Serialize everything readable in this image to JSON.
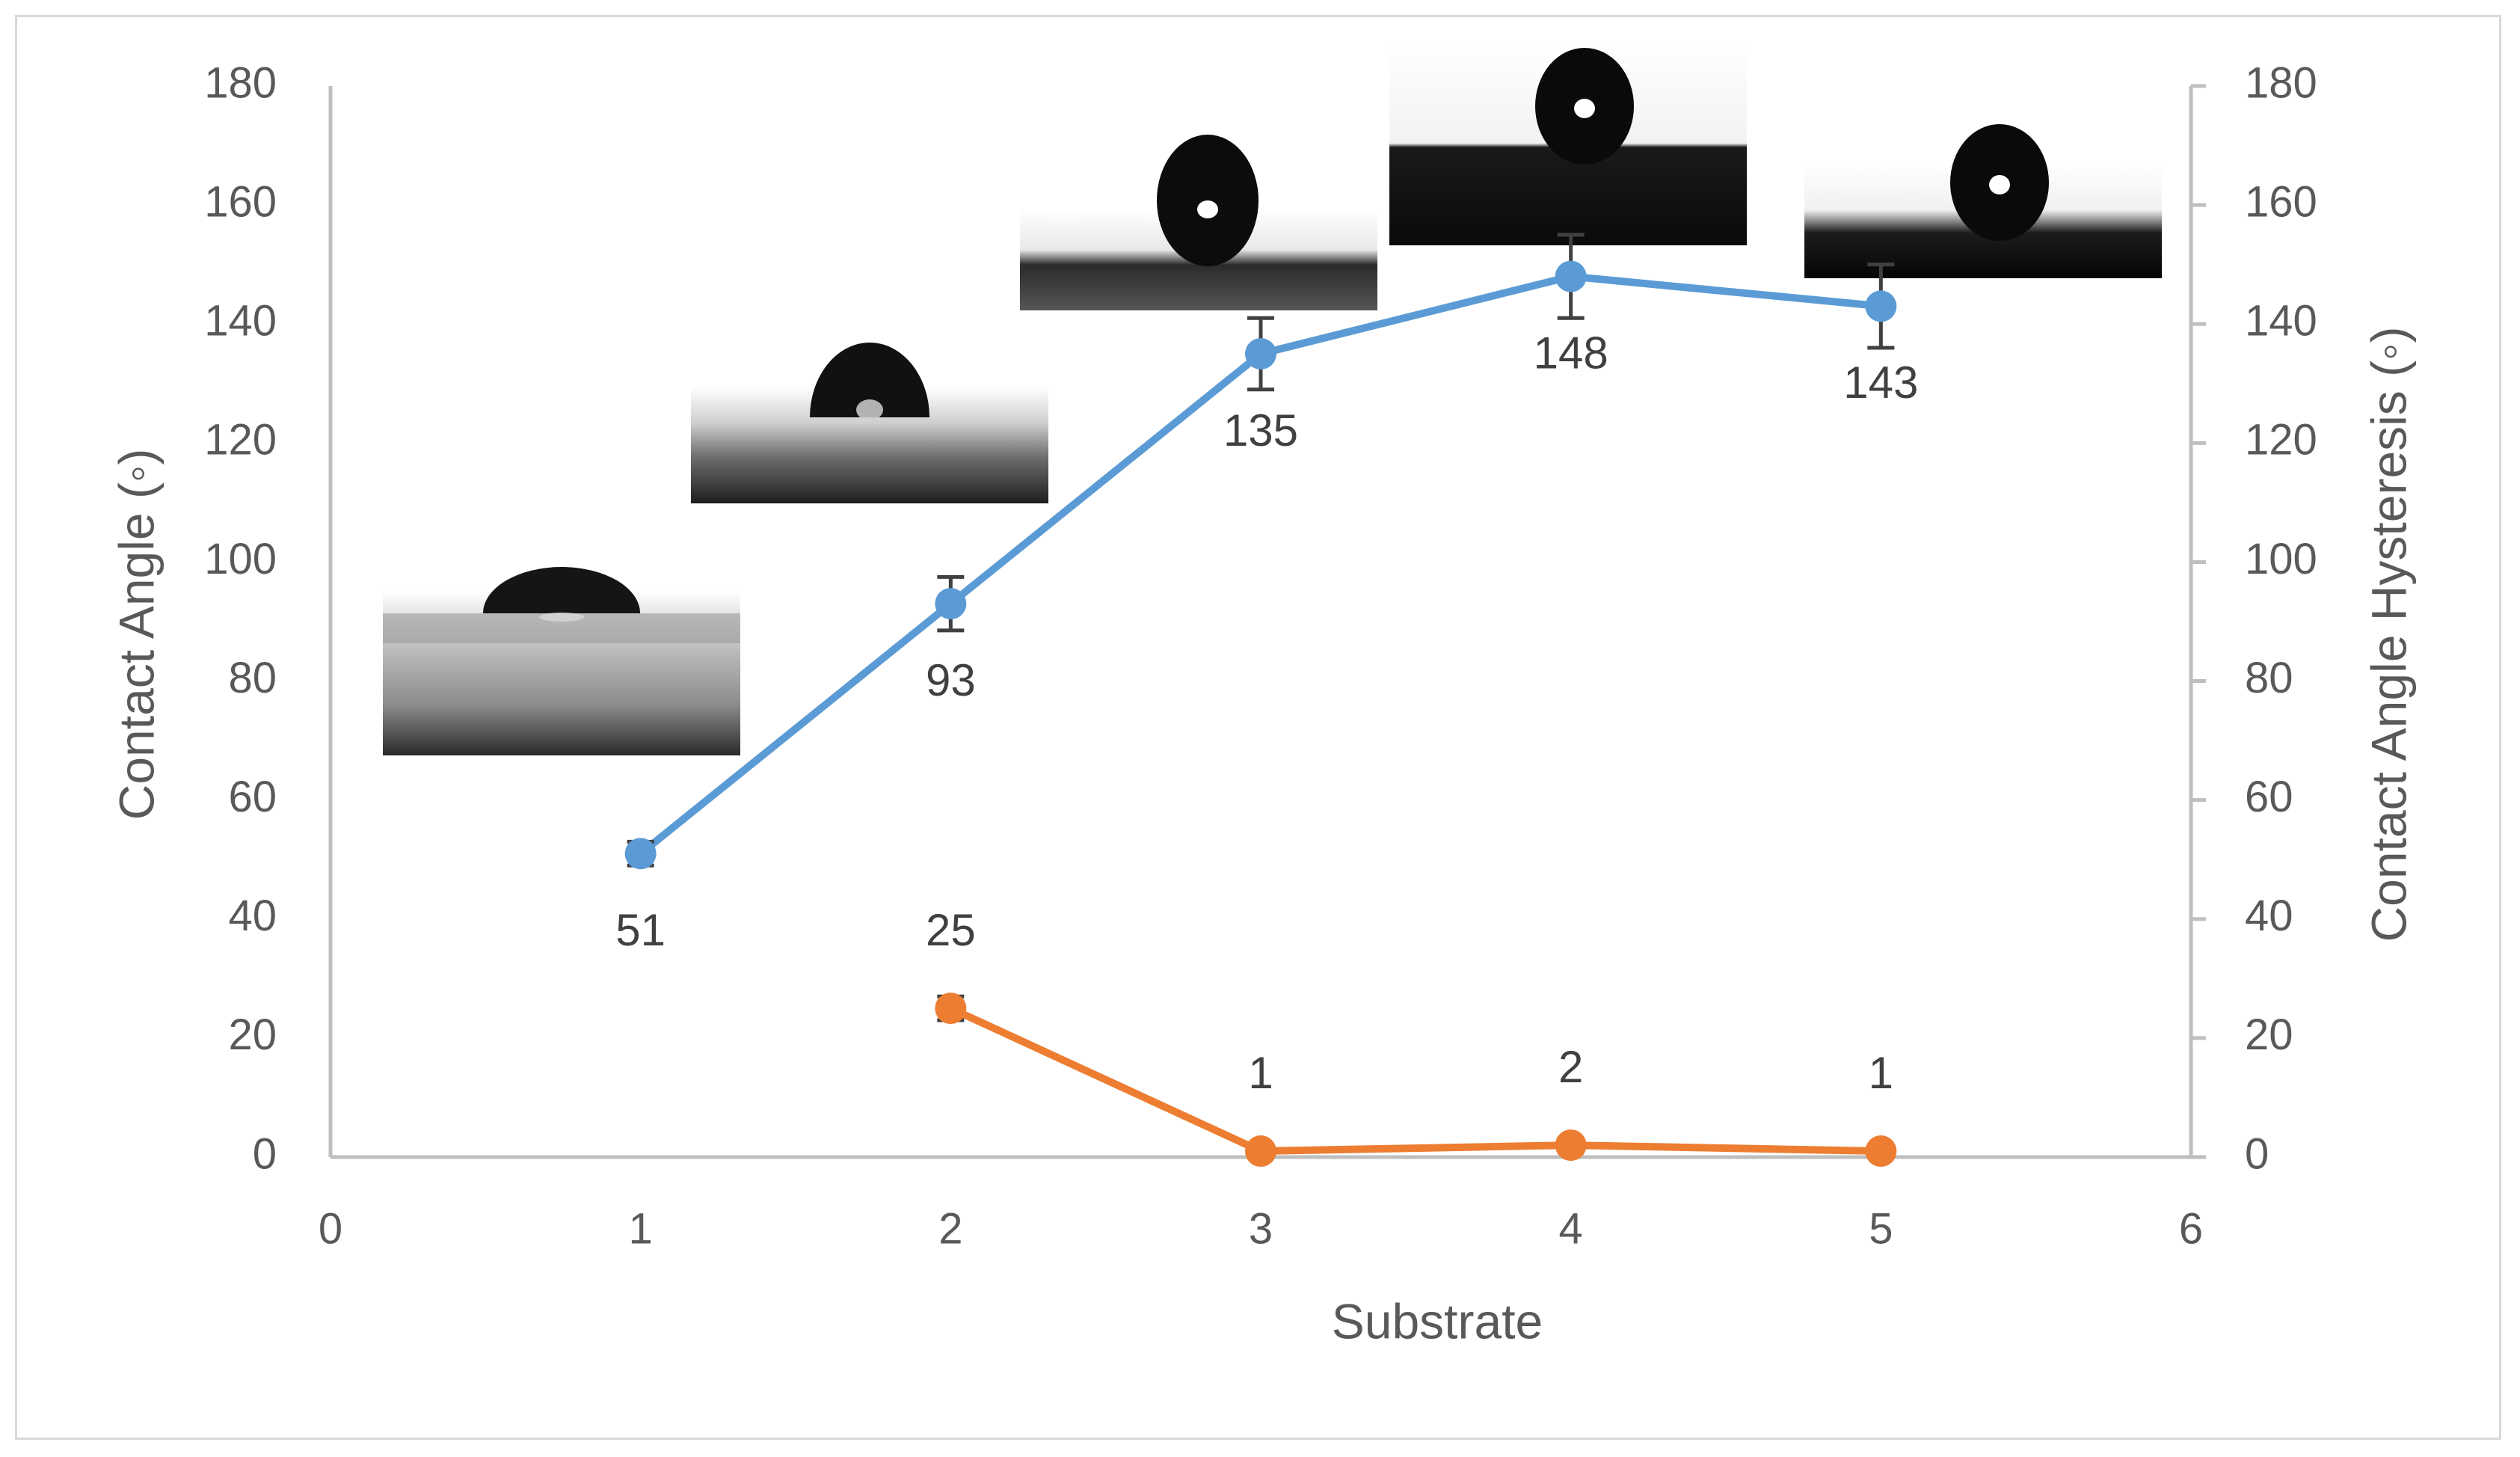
{
  "chart_data": {
    "type": "line",
    "xlabel": "Substrate",
    "ylabel": "Contact Angle (◦)",
    "y2label": "Contact Angle Hysteresis (◦)",
    "xlim": [
      0,
      6
    ],
    "ylim": [
      0,
      180
    ],
    "y2lim": [
      0,
      180
    ],
    "x_ticks": [
      "0",
      "1",
      "2",
      "3",
      "4",
      "5",
      "6"
    ],
    "y_ticks": [
      "0",
      "20",
      "40",
      "60",
      "80",
      "100",
      "120",
      "140",
      "160",
      "180"
    ],
    "y2_ticks": [
      "0",
      "20",
      "40",
      "60",
      "80",
      "100",
      "120",
      "140",
      "160",
      "180"
    ],
    "grid": false,
    "series": [
      {
        "key": "contact-angle",
        "axis": "left",
        "color": "#5b9bd5",
        "x": [
          1,
          2,
          3,
          4,
          5
        ],
        "values": [
          51,
          93,
          135,
          148,
          143
        ],
        "errors": [
          2,
          4.5,
          6,
          7,
          7
        ],
        "labels": [
          "51",
          "93",
          "135",
          "148",
          "143"
        ],
        "label_position": "below"
      },
      {
        "key": "hysteresis",
        "axis": "right",
        "color": "#ed7d31",
        "x": [
          2,
          3,
          4,
          5
        ],
        "values": [
          25,
          1,
          2,
          1
        ],
        "errors": [
          2,
          0.5,
          0.5,
          0.5
        ],
        "labels": [
          "25",
          "1",
          "2",
          "1"
        ],
        "label_position": "above"
      }
    ],
    "images": [
      {
        "name": "droplet-image-1",
        "depicts": "water droplet on substrate 1",
        "anchor_x": 1,
        "droplet": "low"
      },
      {
        "name": "droplet-image-2",
        "depicts": "water droplet on substrate 2",
        "anchor_x": 2,
        "droplet": "half"
      },
      {
        "name": "droplet-image-3",
        "depicts": "water droplet on substrate 3",
        "anchor_x": 3,
        "droplet": "high"
      },
      {
        "name": "droplet-image-4",
        "depicts": "water droplet on substrate 4",
        "anchor_x": 4,
        "droplet": "sphere"
      },
      {
        "name": "droplet-image-5",
        "depicts": "water droplet on substrate 5",
        "anchor_x": 5,
        "droplet": "sphere"
      }
    ],
    "colors": {
      "axis": "#bfbfbf",
      "text": "#595959",
      "error_bar": "#404040"
    }
  }
}
